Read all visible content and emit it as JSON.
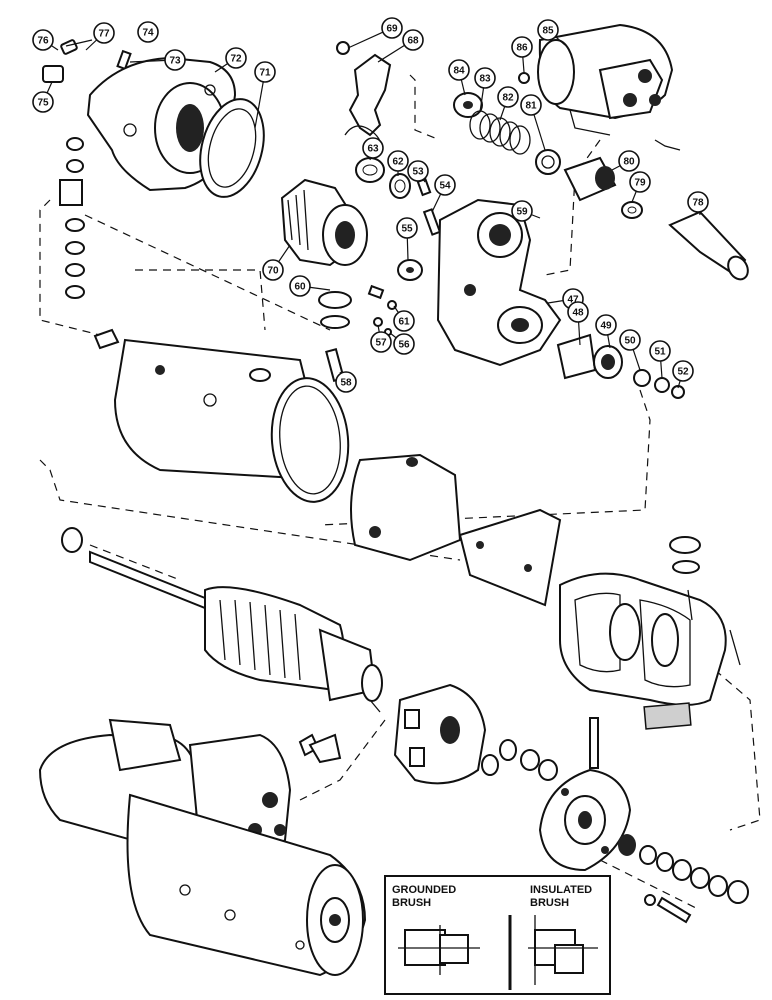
{
  "callouts": [
    {
      "id": "74",
      "label": "74"
    },
    {
      "id": "77",
      "label": "77"
    },
    {
      "id": "76",
      "label": "76"
    },
    {
      "id": "73",
      "label": "73"
    },
    {
      "id": "72",
      "label": "72"
    },
    {
      "id": "71",
      "label": "71"
    },
    {
      "id": "75",
      "label": "75"
    },
    {
      "id": "69",
      "label": "69"
    },
    {
      "id": "68",
      "label": "68"
    },
    {
      "id": "85",
      "label": "85"
    },
    {
      "id": "86",
      "label": "86"
    },
    {
      "id": "84",
      "label": "84"
    },
    {
      "id": "83",
      "label": "83"
    },
    {
      "id": "82",
      "label": "82"
    },
    {
      "id": "81",
      "label": "81"
    },
    {
      "id": "63",
      "label": "63"
    },
    {
      "id": "62",
      "label": "62"
    },
    {
      "id": "53",
      "label": "53"
    },
    {
      "id": "54",
      "label": "54"
    },
    {
      "id": "80",
      "label": "80"
    },
    {
      "id": "79",
      "label": "79"
    },
    {
      "id": "78",
      "label": "78"
    },
    {
      "id": "59",
      "label": "59"
    },
    {
      "id": "55",
      "label": "55"
    },
    {
      "id": "70",
      "label": "70"
    },
    {
      "id": "60",
      "label": "60"
    },
    {
      "id": "61",
      "label": "61"
    },
    {
      "id": "47",
      "label": "47"
    },
    {
      "id": "48",
      "label": "48"
    },
    {
      "id": "49",
      "label": "49"
    },
    {
      "id": "50",
      "label": "50"
    },
    {
      "id": "51",
      "label": "51"
    },
    {
      "id": "52",
      "label": "52"
    },
    {
      "id": "57",
      "label": "57"
    },
    {
      "id": "56",
      "label": "56"
    },
    {
      "id": "58",
      "label": "58"
    }
  ],
  "inset": {
    "left_label_line1": "GROUNDED",
    "left_label_line2": "BRUSH",
    "right_label_line1": "INSULATED",
    "right_label_line2": "BRUSH"
  }
}
